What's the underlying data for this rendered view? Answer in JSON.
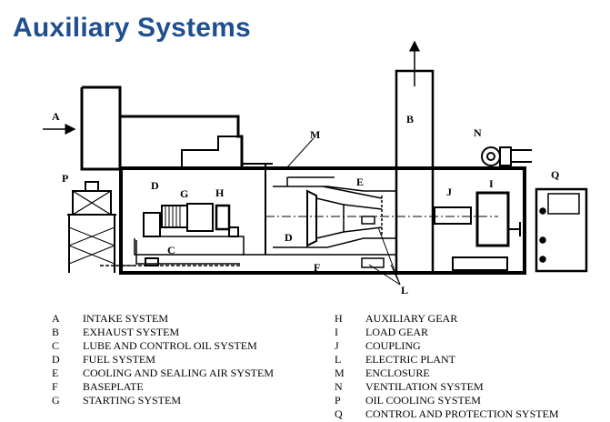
{
  "title": "Auxiliary Systems",
  "labels": {
    "A": "A",
    "B": "B",
    "C": "C",
    "D1": "D",
    "D2": "D",
    "E": "E",
    "F": "F",
    "G": "G",
    "H": "H",
    "I": "I",
    "J": "J",
    "L": "L",
    "M": "M",
    "N": "N",
    "P": "P",
    "Q": "Q"
  },
  "legend_left": [
    {
      "code": "A",
      "text": "INTAKE SYSTEM"
    },
    {
      "code": "B",
      "text": "EXHAUST SYSTEM"
    },
    {
      "code": "C",
      "text": "LUBE AND CONTROL OIL SYSTEM"
    },
    {
      "code": "D",
      "text": "FUEL SYSTEM"
    },
    {
      "code": "E",
      "text": "COOLING AND SEALING AIR SYSTEM"
    },
    {
      "code": "F",
      "text": "BASEPLATE"
    },
    {
      "code": "G",
      "text": "STARTING SYSTEM"
    }
  ],
  "legend_right": [
    {
      "code": "H",
      "text": "AUXILIARY GEAR"
    },
    {
      "code": "I",
      "text": "LOAD GEAR"
    },
    {
      "code": "J",
      "text": "COUPLING"
    },
    {
      "code": "L",
      "text": "ELECTRIC PLANT"
    },
    {
      "code": "M",
      "text": "ENCLOSURE"
    },
    {
      "code": "N",
      "text": "VENTILATION SYSTEM"
    },
    {
      "code": "P",
      "text": "OIL COOLING SYSTEM"
    },
    {
      "code": "Q",
      "text": "CONTROL AND PROTECTION SYSTEM"
    }
  ]
}
